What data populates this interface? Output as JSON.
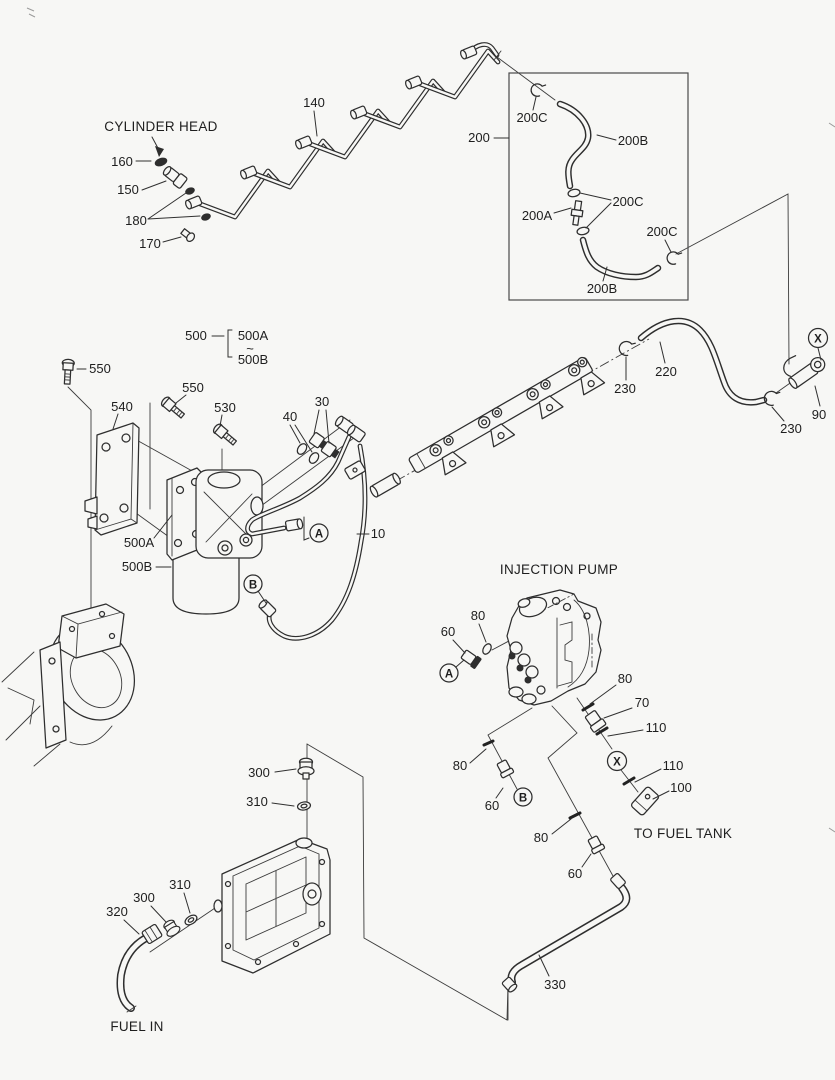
{
  "page": {
    "background": "#f7f7f5",
    "ink": "#2e2e2e",
    "box_stroke": "#4a4a4a"
  },
  "annotations": {
    "cylinder_head": "CYLINDER HEAD",
    "injection_pump": "INJECTION PUMP",
    "to_fuel_tank": "TO FUEL TANK",
    "fuel_in": "FUEL IN"
  },
  "labels": {
    "n10": "10",
    "n30": "30",
    "n40": "40",
    "n60": "60",
    "n70": "70",
    "n80": "80",
    "n90": "90",
    "n100": "100",
    "n110": "110",
    "n140": "140",
    "n150": "150",
    "n160": "160",
    "n170": "170",
    "n180": "180",
    "n200": "200",
    "n200A": "200A",
    "n200B": "200B",
    "n200C": "200C",
    "n220": "220",
    "n230": "230",
    "n300": "300",
    "n310": "310",
    "n320": "320",
    "n330": "330",
    "n500": "500",
    "n500A": "500A",
    "n500B": "500B",
    "n530": "530",
    "n540": "540",
    "n550": "550",
    "tilde": "~"
  },
  "connectors": {
    "a": "A",
    "b": "B",
    "x": "X"
  }
}
